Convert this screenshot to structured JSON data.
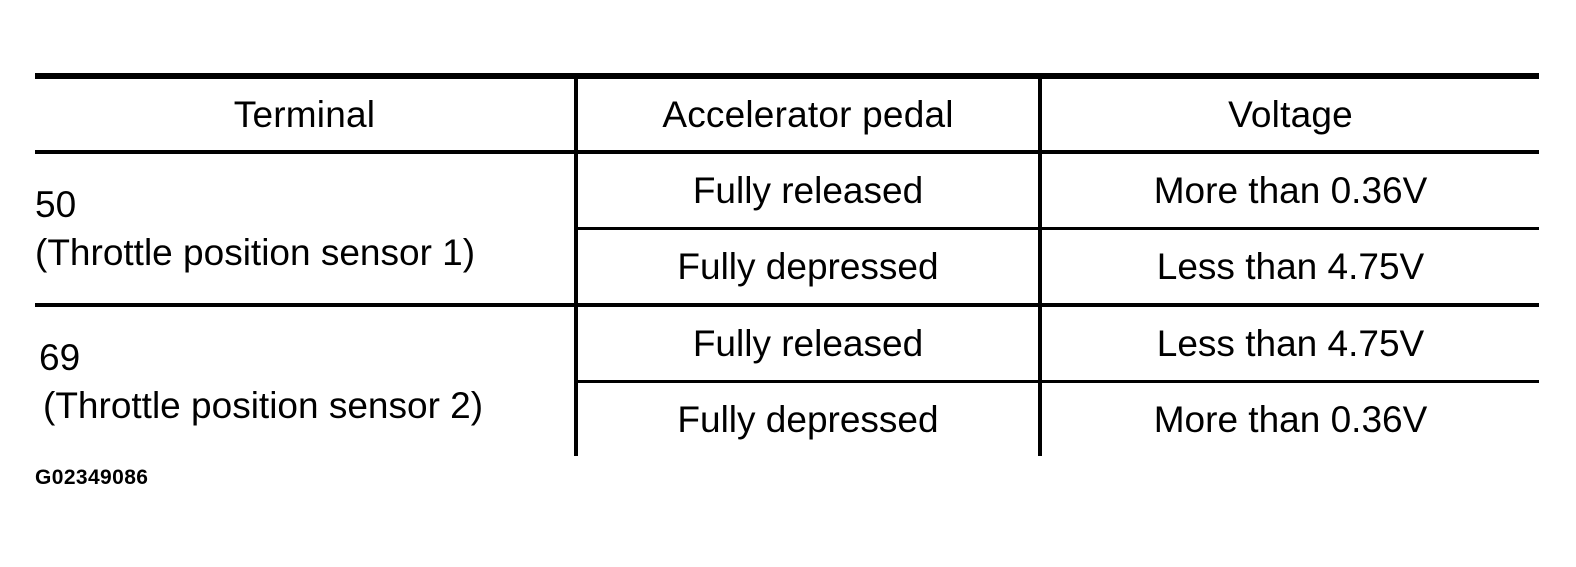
{
  "figure": {
    "caption": "G02349086",
    "colors": {
      "background": "#ffffff",
      "rule": "#000000",
      "text": "#000000"
    }
  },
  "table": {
    "headers": {
      "terminal": "Terminal",
      "pedal": "Accelerator pedal",
      "voltage": "Voltage"
    },
    "groups": [
      {
        "terminal_number": "50",
        "terminal_description": "(Throttle position sensor 1)",
        "rows": [
          {
            "pedal": "Fully released",
            "voltage": "More than 0.36V"
          },
          {
            "pedal": "Fully depressed",
            "voltage": "Less than 4.75V"
          }
        ]
      },
      {
        "terminal_number": "69",
        "terminal_description": "(Throttle position sensor 2)",
        "rows": [
          {
            "pedal": "Fully released",
            "voltage": "Less than 4.75V"
          },
          {
            "pedal": "Fully depressed",
            "voltage": "More than 0.36V"
          }
        ]
      }
    ]
  }
}
